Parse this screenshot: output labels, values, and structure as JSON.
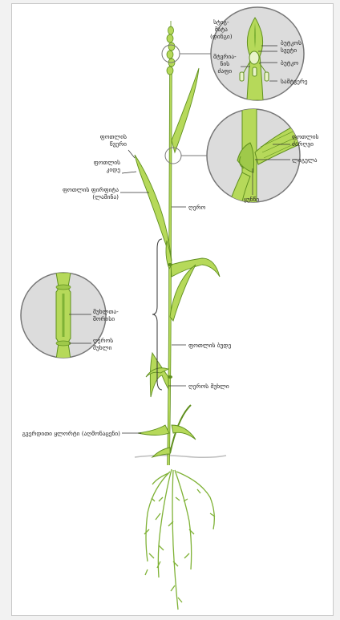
{
  "labels": {
    "stigma": "სტიგ-\nმატა\n(დინგი)",
    "anther_hairs": "ბუტკოს\nსვეტი",
    "stamen_filament": "მტვრია-\nნის\nძაფი",
    "pistil": "ბუტკო",
    "stamen_anther": "სამტვერე",
    "leaf_blade_tip": "ფოთლის\nწვერი",
    "leaf_edge": "ფოთლის\nკიდე",
    "leaf_surface": "ფოთლის ფირფიტა\n(ლამინა)",
    "stem": "ღერო",
    "leaf_vein": "ფოთლის\nძარღვი",
    "ligule": "ლიგულა",
    "auricle": "ყუნწი",
    "internode": "მუხლთა-\nშორისი",
    "stem_node_inset": "ღეროს\nმუხლი",
    "leaf_sheath": "ფოთლის ბუდე",
    "stem_node": "ღეროს მუხლი",
    "adventitious_roots": "გვერდითი ყლორტი (აღმონაცენი)"
  },
  "colors": {
    "plant_fill": "#b6d95a",
    "plant_stroke": "#5f8f1e",
    "inset_bg": "#dcdcdc",
    "line": "#333333"
  }
}
